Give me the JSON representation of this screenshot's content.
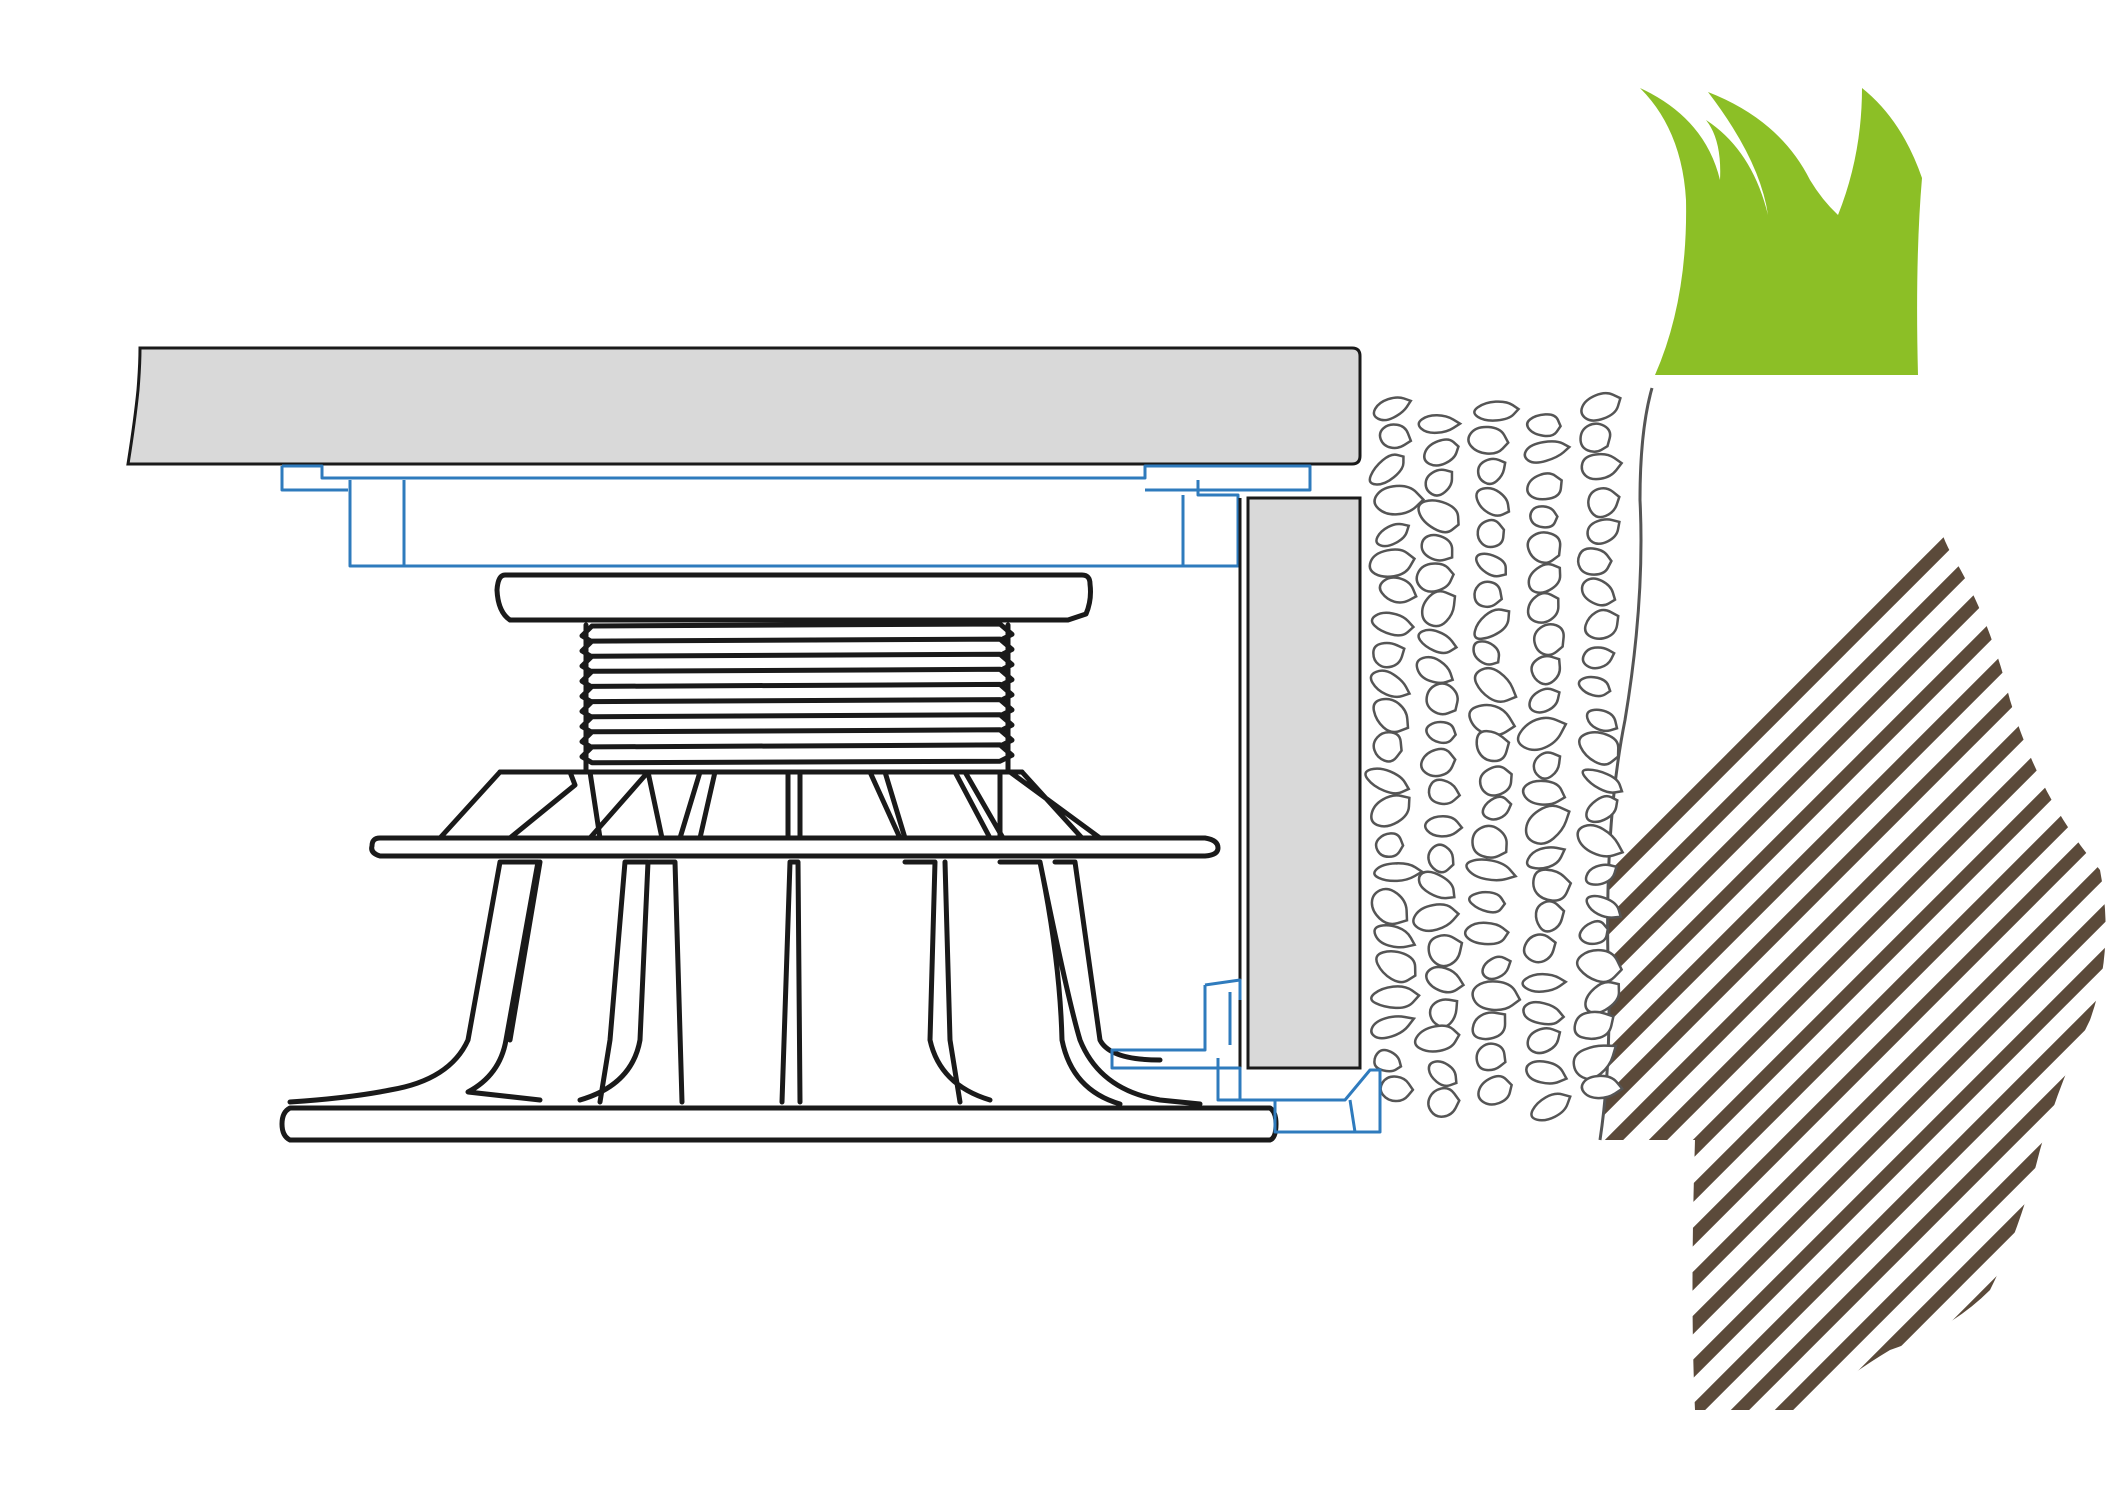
{
  "diagram": {
    "colors": {
      "background": "#ffffff",
      "outline": "#1a1a1a",
      "slab_fill": "#d9d9d9",
      "clip_blue": "#2f7bbd",
      "grass": "#8cbf26",
      "soil_stripe": "#5b4a3a",
      "stone_stroke": "#555555"
    },
    "components": [
      {
        "id": "paving-slab",
        "kind": "panel"
      },
      {
        "id": "slab-head-clip",
        "kind": "accessory"
      },
      {
        "id": "pedestal-head-plate",
        "kind": "part"
      },
      {
        "id": "threaded-column",
        "kind": "part",
        "thread_count": 9
      },
      {
        "id": "pedestal-mid-flange",
        "kind": "part"
      },
      {
        "id": "pedestal-base",
        "kind": "part"
      },
      {
        "id": "edge-retainer-profile",
        "kind": "panel"
      },
      {
        "id": "edge-retainer-clip",
        "kind": "accessory"
      },
      {
        "id": "gravel-drainage-layer",
        "kind": "fill"
      },
      {
        "id": "soil",
        "kind": "fill"
      },
      {
        "id": "grass-tuft",
        "kind": "vegetation"
      }
    ]
  }
}
